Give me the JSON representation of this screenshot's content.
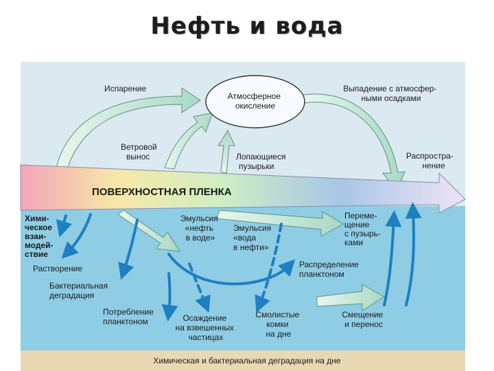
{
  "title": "Нефть и вода",
  "labels": {
    "evaporation": "Испарение",
    "atmo_oxidation": [
      "Атмосферное",
      "окисление"
    ],
    "fallout": [
      "Выпадение с атмосфер-",
      "ными осадками"
    ],
    "wind": [
      "Ветровой",
      "вынос"
    ],
    "bubbles": [
      "Лопающиеся",
      "пузырьки"
    ],
    "spreading": [
      "Распростра-",
      "нение"
    ],
    "film": "ПОВЕРХНОСТНАЯ ПЛЕНКА",
    "chemical": [
      "Хими-",
      "ческое",
      "взаи-",
      "модей-",
      "ствие"
    ],
    "emulsion_oil_water": [
      "Эмульсия",
      "«нефть",
      "в воде»"
    ],
    "emulsion_water_oil": [
      "Эмульсия",
      "«вода",
      "в нефти»"
    ],
    "bubble_transfer": [
      "Переме-",
      "щение",
      "с пузырь-",
      "ками"
    ],
    "dissolution": "Растворение",
    "plankton_distribution": [
      "Распределение",
      "планктоном"
    ],
    "bacterial": [
      "Бактериальная",
      "деградация"
    ],
    "plankton_consumption": [
      "Потребление",
      "планктоном"
    ],
    "sedimentation": [
      "Осаждение",
      "на взвешенных",
      "частицах"
    ],
    "tar_balls": [
      "Смолистые",
      "комки",
      "на дне"
    ],
    "displacement": [
      "Смещение",
      "и перенос"
    ],
    "bottom": "Химическая и бактериальная деградация на дне"
  },
  "colors": {
    "sky": "#dbe9f1",
    "water": "#8fcde5",
    "seabed": "#e9d8b4",
    "blue_arrow": "#1e7fc1",
    "green_arrow": "#bfe3cf"
  }
}
